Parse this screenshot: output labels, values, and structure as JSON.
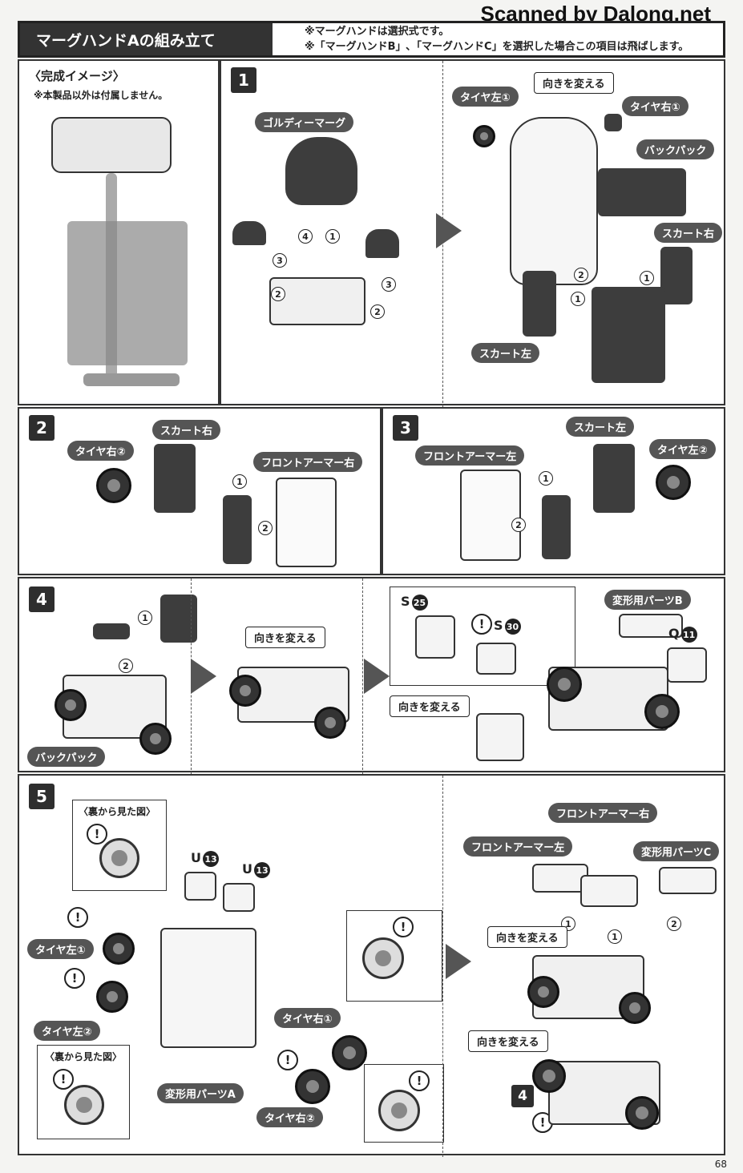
{
  "watermark": "Scanned by Dalong.net",
  "header": {
    "title": "マーグハンドAの組み立て",
    "note1": "※マーグハンドは選択式です。",
    "note2": "※「マーグハンドB」､「マーグハンドC」を選択した場合この項目は飛ばします。"
  },
  "preview": {
    "title": "〈完成イメージ〉",
    "note": "※本製品以外は付属しません。"
  },
  "step1": {
    "num": "1",
    "goldy": "ゴルディーマーグ",
    "turn": "向きを変える",
    "tire_l1": "タイヤ左①",
    "tire_r1": "タイヤ右①",
    "backpack": "バックパック",
    "skirt_r": "スカート右",
    "skirt_l": "スカート左"
  },
  "step2": {
    "num": "2",
    "tire_r2": "タイヤ右②",
    "skirt_r": "スカート右",
    "front_r": "フロントアーマー右"
  },
  "step3": {
    "num": "3",
    "front_l": "フロントアーマー左",
    "skirt_l": "スカート左",
    "tire_l2": "タイヤ左②"
  },
  "step4": {
    "num": "4",
    "backpack": "バックパック",
    "turn1": "向きを変える",
    "turn2": "向きを変える",
    "s25": "S",
    "s25n": "25",
    "s30": "S",
    "s30n": "30",
    "henkei_b": "変形用パーツB",
    "q11": "Q",
    "q11n": "11"
  },
  "step5": {
    "num": "5",
    "back_view1": "〈裏から見た図〉",
    "back_view2": "〈裏から見た図〉",
    "u13a": "U",
    "u13an": "13",
    "u13b": "U",
    "u13bn": "13",
    "tire_l1": "タイヤ左①",
    "tire_l2": "タイヤ左②",
    "tire_r1": "タイヤ右①",
    "tire_r2": "タイヤ右②",
    "henkei_a": "変形用パーツA",
    "front_r": "フロントアーマー右",
    "front_l": "フロントアーマー左",
    "henkei_c": "変形用パーツC",
    "turn1": "向きを変える",
    "turn2": "向きを変える",
    "ref4": "4"
  },
  "circled": {
    "c1": "1",
    "c2": "2",
    "c3": "3",
    "c4": "4"
  },
  "page_number": "68"
}
